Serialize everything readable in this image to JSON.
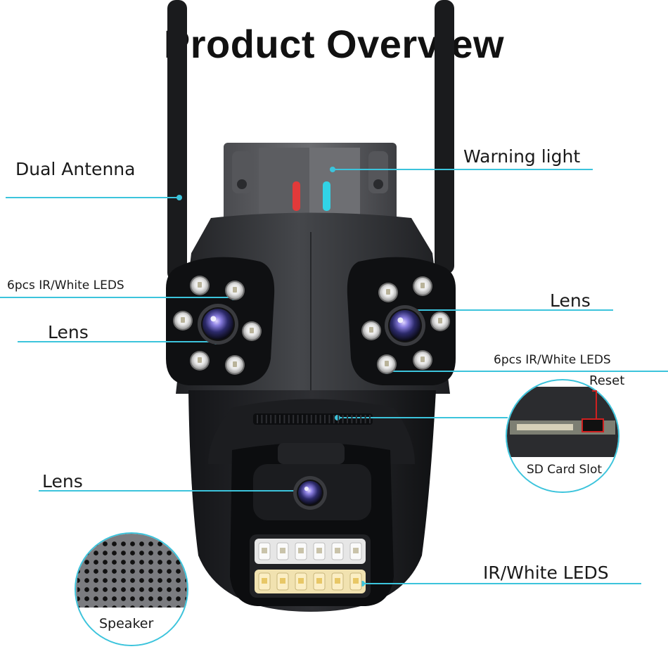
{
  "title": "Product Overview",
  "labels": {
    "dual_antenna": "Dual Antenna",
    "warning_light": "Warning light",
    "leds_left": "6pcs  IR/White LEDS",
    "lens_left": "Lens",
    "lens_right": "Lens",
    "leds_right": "6pcs  IR/White LEDS",
    "reset": "Reset",
    "sd_card_slot": "SD Card Slot",
    "lens_bottom": "Lens",
    "ir_white_leds": "IR/White LEDS",
    "speaker": "Speaker"
  },
  "colors": {
    "leader_line": "#3cc4dc",
    "callout_border": "#3cc4dc",
    "reset_marker": "#d02020",
    "warning_red": "#e23a3a",
    "warning_cyan": "#31d3e6",
    "camera_body": "#2f3033"
  }
}
